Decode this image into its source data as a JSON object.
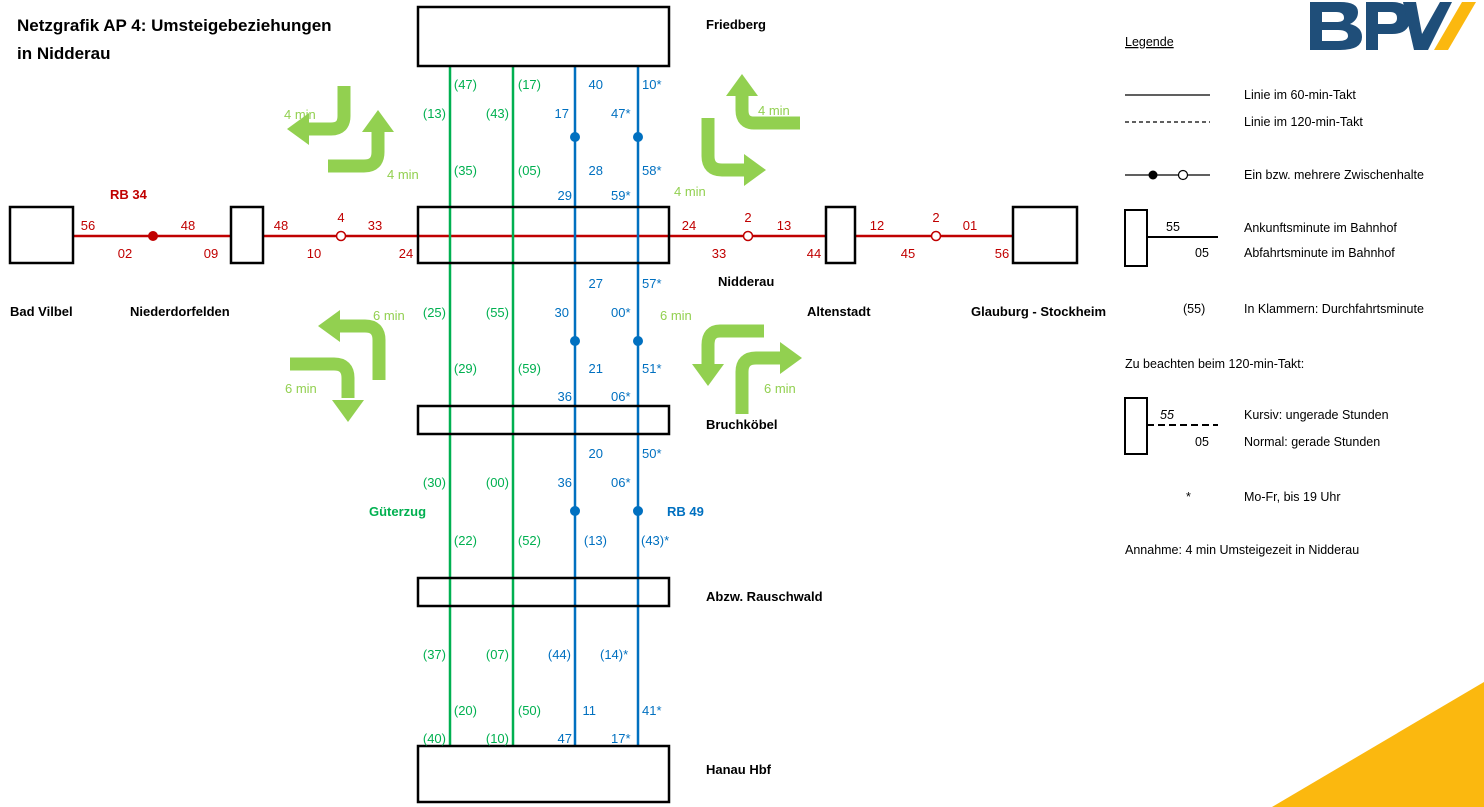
{
  "title": {
    "line1": "Netzgrafik AP 4: Umsteigebeziehungen",
    "line2": "in Nidderau"
  },
  "colors": {
    "rb34": "#c00000",
    "rb49": "#0070c0",
    "gueterzug": "#00b050",
    "arrow": "#92d050",
    "station_box": "#000000"
  },
  "stations": {
    "friedberg": "Friedberg",
    "nidderau": "Nidderau",
    "bruchkoebel": "Bruchköbel",
    "rauschwald": "Abzw. Rauschwald",
    "hanau": "Hanau Hbf",
    "bad_vilbel": "Bad Vilbel",
    "niederdorfelden": "Niederdorfelden",
    "altenstadt": "Altenstadt",
    "glauburg": "Glauburg - Stockheim"
  },
  "lines": {
    "rb34": "RB 34",
    "rb49": "RB 49",
    "gueterzug": "Güterzug"
  },
  "transfers": {
    "nw_a": "4 min",
    "nw_b": "4 min",
    "ne_a": "4 min",
    "ne_b": "4 min",
    "sw_a": "6 min",
    "sw_b": "6 min",
    "se_a": "6 min",
    "se_b": "6 min"
  },
  "rb34_times": {
    "bv_out": "56",
    "bv_in": "02",
    "nd_w_in": "48",
    "nd_w_out": "09",
    "nd_e_out": "48",
    "nd_e_in": "10",
    "nid_mid_run": "4",
    "nid_w_in": "33",
    "nid_w_out": "24",
    "nid_e_out": "24",
    "nid_e_in": "33",
    "alt_mid_run": "2",
    "alt_w_in": "13",
    "alt_w_out": "44",
    "alt_e_out": "12",
    "alt_e_in": "45",
    "gs_mid_run": "2",
    "gs_in": "01",
    "gs_out": "56"
  },
  "vertical_times": {
    "g1": [
      "(47)",
      "(13)",
      "(35)",
      "(25)",
      "(29)",
      "(30)",
      "(22)",
      "(37)",
      "(20)",
      "(40)"
    ],
    "g2": [
      "(17)",
      "(43)",
      "(05)",
      "(55)",
      "(59)",
      "(00)",
      "(52)",
      "(07)",
      "(50)",
      "(10)"
    ],
    "b1": [
      "40",
      "17",
      "28",
      "29",
      "27",
      "30",
      "21",
      "36",
      "20",
      "36",
      "(13)",
      "(44)",
      "11",
      "47"
    ],
    "b2": [
      "10*",
      "47*",
      "58*",
      "59*",
      "57*",
      "00*",
      "51*",
      "06*",
      "50*",
      "06*",
      "(43)*",
      "(14)*",
      "41*",
      "17*"
    ]
  },
  "legend": {
    "heading": "Legende",
    "line60": "Linie im 60-min-Takt",
    "line120": "Linie im 120-min-Takt",
    "stops": "Ein bzw. mehrere Zwischenhalte",
    "arr_num": "55",
    "dep_num": "05",
    "arr_text": "Ankunftsminute im Bahnhof",
    "dep_text": "Abfahrtsminute im Bahnhof",
    "paren_num": "(55)",
    "paren_text": "In Klammern: Durchfahrtsminute",
    "note120": "Zu beachten beim 120-min-Takt:",
    "italic_num": "55",
    "normal_num": "05",
    "italic_text": "Kursiv: ungerade Stunden",
    "normal_text": "Normal: gerade Stunden",
    "star": "*",
    "star_text": "Mo-Fr, bis 19 Uhr",
    "assumption": "Annahme: 4 min Umsteigezeit in Nidderau"
  }
}
